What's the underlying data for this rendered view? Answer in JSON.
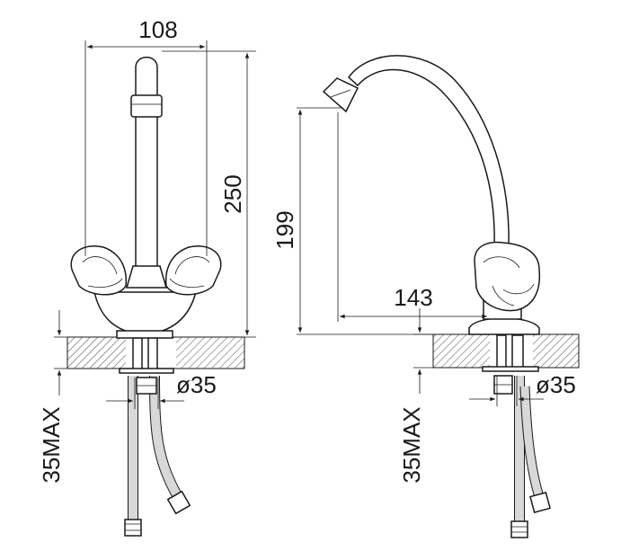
{
  "front_view": {
    "width_label": "108",
    "height_label": "250",
    "hole_label": "ø35",
    "thickness_label": "35MAX"
  },
  "side_view": {
    "height_label": "199",
    "reach_label": "143",
    "hole_label": "ø35",
    "thickness_label": "35MAX"
  }
}
